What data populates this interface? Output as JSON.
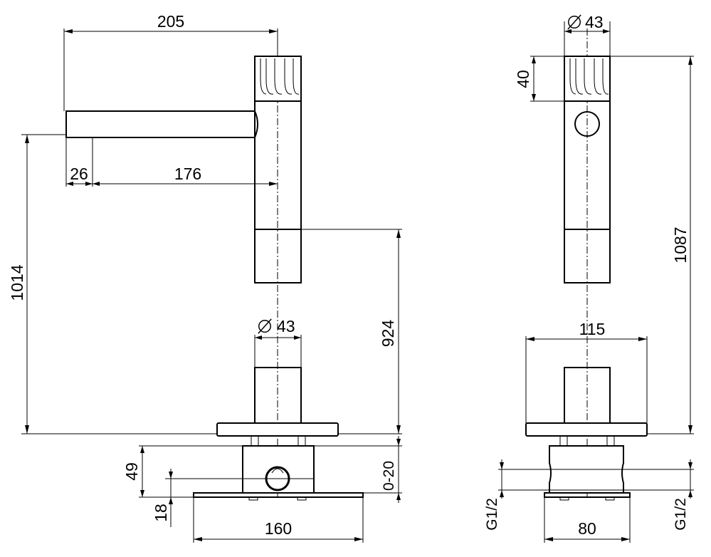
{
  "dimensions": {
    "spout_reach": "205",
    "spout_tip": "26",
    "spout_offset": "176",
    "overall_height_front": "1014",
    "column_height": "924",
    "pipe_diameter_lower": "43",
    "base_block_height": "49",
    "plate_thickness": "18",
    "plate_width": "160",
    "adjustment_range": "0-20",
    "pipe_diameter_top": "43",
    "handle_height": "40",
    "overall_height_side": "1087",
    "flange_width": "115",
    "base_depth": "80",
    "inlet_left": "G1/2",
    "inlet_right": "G1/2"
  }
}
